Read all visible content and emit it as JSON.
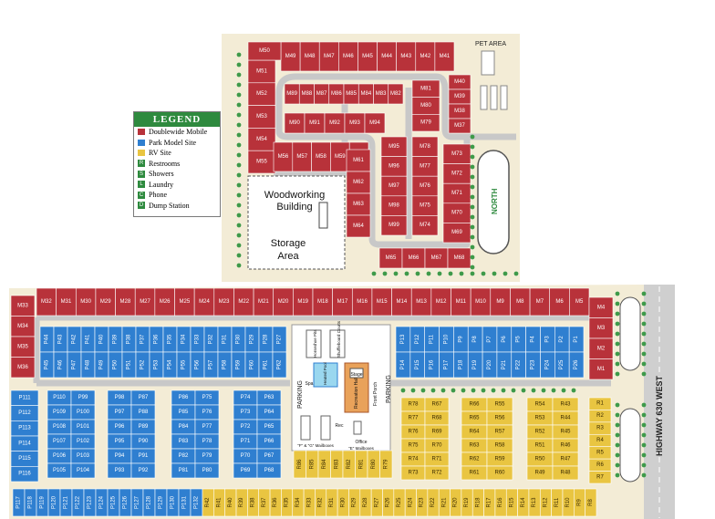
{
  "legend": {
    "title": "LEGEND",
    "items": [
      {
        "label": "Doublewide Mobile",
        "color": "#b8323a",
        "icon": "swatch"
      },
      {
        "label": "Park Model Site",
        "color": "#2f7fd0",
        "icon": "swatch"
      },
      {
        "label": "RV Site",
        "color": "#e9c541",
        "icon": "swatch"
      },
      {
        "label": "Restrooms",
        "color": "#2e8a3e",
        "icon": "restroom-icon",
        "glyph": "R"
      },
      {
        "label": "Showers",
        "color": "#2e8a3e",
        "icon": "shower-icon",
        "glyph": "S"
      },
      {
        "label": "Laundry",
        "color": "#2e8a3e",
        "icon": "laundry-icon",
        "glyph": "L"
      },
      {
        "label": "Phone",
        "color": "#2e8a3e",
        "icon": "phone-icon",
        "glyph": "C"
      },
      {
        "label": "Dump Station",
        "color": "#2e8a3e",
        "icon": "dump-station-icon",
        "glyph": "D"
      }
    ]
  },
  "labels": {
    "pet_area": "PET AREA",
    "woodworking": "Woodworking",
    "building": "Building",
    "storage": "Storage",
    "area": "Area",
    "north": "NORTH",
    "highway": "HIGHWAY 630 WEST",
    "parking_left": "PARKING",
    "parking_right": "PARKING",
    "recreation_hall": "Recreation Hall",
    "front_porch": "Front Porch",
    "heated_pool": "Heated Pool",
    "shuffleboard": "Shuffleboard Courts",
    "horseshoe": "Horseshoe Pits",
    "office": "Office",
    "e_mailboxes": "\"E\" Mailboxes",
    "f_g_mailboxes": "\"F\" & \"G\" Mailboxes",
    "spa": "Spa",
    "stage": "Stage",
    "rec": "Rec"
  },
  "colors": {
    "doublewide": "#b8323a",
    "parkmodel": "#2f7fd0",
    "rv": "#e9c541",
    "road": "#c8c8c8",
    "ground": "#f3ecd6",
    "green": "#2e8a3e"
  },
  "sites": {
    "north_top_row": [
      "M49",
      "M48",
      "M47",
      "M46",
      "M45",
      "M44",
      "M43",
      "M42",
      "M41"
    ],
    "north_left_col": [
      "M51",
      "M52",
      "M53",
      "M54",
      "M55"
    ],
    "north_inner_top": [
      "M89",
      "M88",
      "M87",
      "M86",
      "M85",
      "M84",
      "M83",
      "M82"
    ],
    "north_inner_mid": [
      "M90",
      "M91",
      "M92",
      "M93",
      "M94"
    ],
    "north_inner_bottom": [
      "M56",
      "M57",
      "M58",
      "M59",
      "M60"
    ],
    "north_right_a": [
      "M81",
      "M80",
      "M79"
    ],
    "north_right_b": [
      "M40",
      "M39",
      "M38",
      "M37"
    ],
    "north_col_c": [
      "M61",
      "M62",
      "M63",
      "M64"
    ],
    "north_col_d": [
      "M95",
      "M96",
      "M97",
      "M98",
      "M99"
    ],
    "north_col_e": [
      "M78",
      "M77",
      "M76",
      "M75",
      "M74"
    ],
    "north_col_f": [
      "M73",
      "M72",
      "M71",
      "M70",
      "M69"
    ],
    "north_bottom": [
      "M65",
      "M66",
      "M67",
      "M68"
    ],
    "south_top_row": [
      "M32",
      "M31",
      "M30",
      "M29",
      "M28",
      "M27",
      "M26",
      "M25",
      "M24",
      "M23",
      "M22",
      "M21",
      "M20",
      "M19",
      "M18",
      "M17",
      "M16",
      "M15",
      "M14",
      "M13",
      "M12",
      "M11",
      "M10",
      "M9",
      "M8",
      "M7",
      "M6",
      "M5"
    ],
    "south_right_col": [
      "M4",
      "M3",
      "M2",
      "M1"
    ],
    "south_left_col": [
      "M33",
      "M34",
      "M35",
      "M36"
    ],
    "pm_block1_top": [
      "P44",
      "P43",
      "P42",
      "P41",
      "P40",
      "P39",
      "P38",
      "P37",
      "P36",
      "P35",
      "P34",
      "P33",
      "P32",
      "P31",
      "P30",
      "P29",
      "P28",
      "P27"
    ],
    "pm_block1_bottom": [
      "P45",
      "P46",
      "P47",
      "P48",
      "P49",
      "P50",
      "P51",
      "P52",
      "P53",
      "P54",
      "P55",
      "P56",
      "P57",
      "P58",
      "P59",
      "P60",
      "P61",
      "P62"
    ],
    "pm_block2_top": [
      "P13",
      "P12",
      "P11",
      "P10",
      "P9",
      "P8",
      "P7",
      "P6",
      "P5",
      "P4",
      "P3",
      "P2",
      "P1"
    ],
    "pm_block2_bottom": [
      "P14",
      "P15",
      "P16",
      "P17",
      "P18",
      "P19",
      "P20",
      "P21",
      "P22",
      "P23",
      "P24",
      "P25",
      "P26"
    ],
    "pm_left_col": [
      "P111",
      "P112",
      "P113",
      "P114",
      "P115",
      "P116"
    ],
    "pm_grp1_a": [
      "P110",
      "P109",
      "P108",
      "P107",
      "P106",
      "P105"
    ],
    "pm_grp1_b": [
      "P99",
      "P100",
      "P101",
      "P102",
      "P103",
      "P104"
    ],
    "pm_grp2_a": [
      "P98",
      "P97",
      "P96",
      "P95",
      "P94",
      "P93"
    ],
    "pm_grp2_b": [
      "P87",
      "P88",
      "P89",
      "P90",
      "P91",
      "P92"
    ],
    "pm_grp3_a": [
      "P86",
      "P85",
      "P84",
      "P83",
      "P82",
      "P81"
    ],
    "pm_grp3_b": [
      "P75",
      "P76",
      "P77",
      "P78",
      "P79",
      "P80"
    ],
    "pm_grp4_a": [
      "P74",
      "P73",
      "P72",
      "P71",
      "P70",
      "P69"
    ],
    "pm_grp4_b": [
      "P63",
      "P64",
      "P65",
      "P66",
      "P67",
      "P68"
    ],
    "pm_bottom_row": [
      "P117",
      "P118",
      "P119",
      "P120",
      "P121",
      "P122",
      "P123",
      "P124",
      "P125",
      "P126",
      "P127",
      "P128",
      "P129",
      "P130",
      "P131",
      "P132"
    ],
    "rv_bottom_row": [
      "R42",
      "R41",
      "R40",
      "R39",
      "R38",
      "R37",
      "R36",
      "R35",
      "R34",
      "R33",
      "R32",
      "R31",
      "R30",
      "R29",
      "R28",
      "R27",
      "R26",
      "R25",
      "R24",
      "R23",
      "R22",
      "R21",
      "R20",
      "R19",
      "R18",
      "R17",
      "R16",
      "R15",
      "R14",
      "R13",
      "R12",
      "R11",
      "R10",
      "R9",
      "R8"
    ],
    "rv_center_row": [
      "R86",
      "R85",
      "R84",
      "R83",
      "R82",
      "R81",
      "R80",
      "R79"
    ],
    "rv_grp1_a": [
      "R78",
      "R77",
      "R76",
      "R75",
      "R74",
      "R73"
    ],
    "rv_grp1_b": [
      "R67",
      "R68",
      "R69",
      "R70",
      "R71",
      "R72"
    ],
    "rv_grp2_a": [
      "R66",
      "R65",
      "R64",
      "R63",
      "R62",
      "R61"
    ],
    "rv_grp2_b": [
      "R55",
      "R56",
      "R57",
      "R58",
      "R59",
      "R60"
    ],
    "rv_grp3_a": [
      "R54",
      "R53",
      "R52",
      "R51",
      "R50",
      "R49"
    ],
    "rv_grp3_b": [
      "R43",
      "R44",
      "R45",
      "R46",
      "R47",
      "R48"
    ],
    "rv_right_col": [
      "R1",
      "R2",
      "R3",
      "R4",
      "R5",
      "R6",
      "R7"
    ]
  }
}
